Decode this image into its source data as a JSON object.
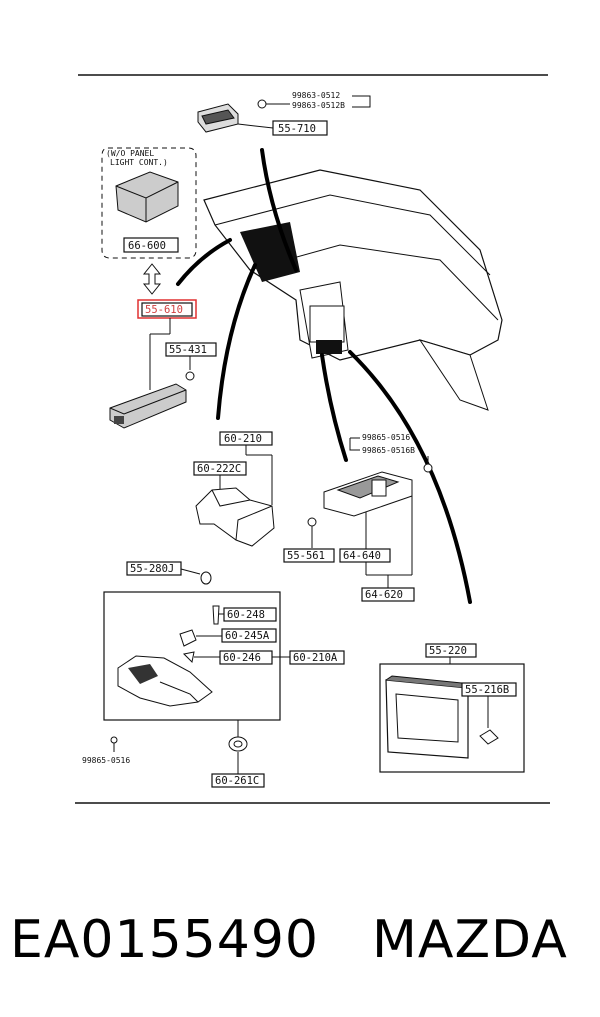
{
  "caption": {
    "part_number": "EA0155490",
    "brand": "MAZDA"
  },
  "diagram": {
    "note_top_left": [
      "(W/O PANEL",
      "LIGHT CONT.)"
    ],
    "highlight_color": "#e03030",
    "labels": {
      "p55_710": "55-710",
      "s99863_0512": "99863-0512",
      "s99863_0512b": "99863-0512B",
      "p66_600": "66-600",
      "p55_610": "55-610",
      "p55_431": "55-431",
      "p60_210": "60-210",
      "p60_222c": "60-222C",
      "s99865_0516_a": "99865-0516",
      "s99865_0516b": "99865-0516B",
      "p55_561": "55-561",
      "p64_640": "64-640",
      "p64_620": "64-620",
      "p55_280j": "55-280J",
      "p60_248": "60-248",
      "p60_245a": "60-245A",
      "p60_246": "60-246",
      "p60_210a": "60-210A",
      "s99865_0516_b": "99865-0516",
      "p60_261c": "60-261C",
      "p55_220": "55-220",
      "p55_216b": "55-216B"
    }
  }
}
